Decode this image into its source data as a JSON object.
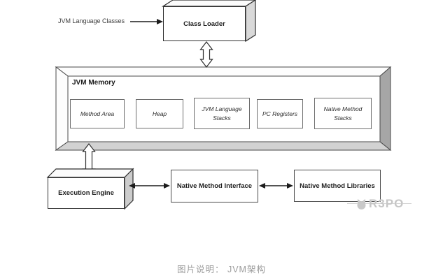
{
  "diagram": {
    "jvm_language_classes_label": "JVM Language Classes",
    "class_loader": {
      "label": "Class Loader"
    },
    "jvm_memory": {
      "label": "JVM Memory",
      "components": [
        {
          "label": "Method Area"
        },
        {
          "label": "Heap"
        },
        {
          "label": "JVM Language Stacks"
        },
        {
          "label": "PC Registers"
        },
        {
          "label": "Native Method Stacks"
        }
      ]
    },
    "execution_engine": {
      "label": "Execution Engine"
    },
    "native_method_interface": {
      "label": "Native Method Interface"
    },
    "native_method_libraries": {
      "label": "Native Method Libraries"
    }
  },
  "watermark": {
    "text": "R3PO"
  },
  "caption": "图片说明： JVM架构",
  "colors": {
    "line": "#2f2f2f",
    "frame_right_bevel": "#a6a6a6",
    "frame_bottom_bevel": "#d2d2d2",
    "box_side_gray": "#d9d9d9",
    "watermark_gray": "#c6c6c6",
    "caption_gray": "#9c9c9c"
  }
}
